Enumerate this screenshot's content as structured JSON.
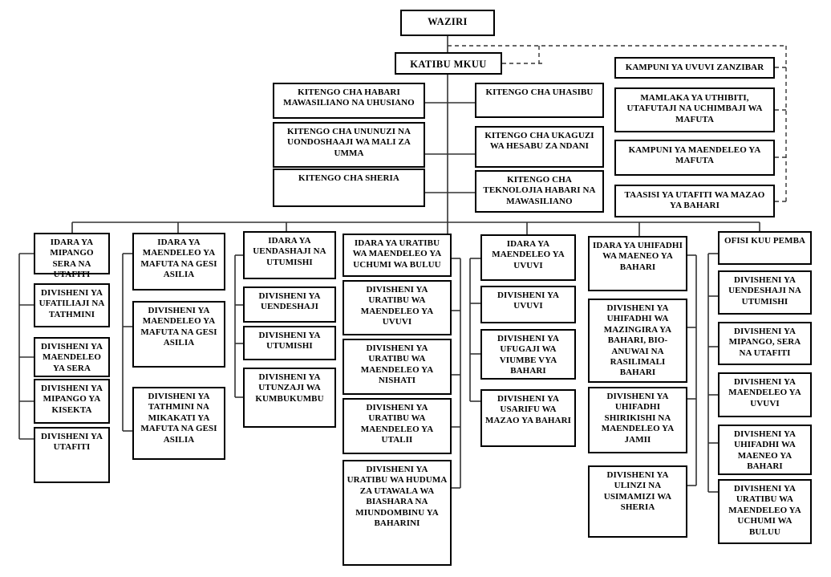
{
  "org": {
    "top": {
      "minister": "WAZIRI",
      "secretary": "KATIBU MKUU"
    },
    "affiliates": [
      "KAMPUNI YA UVUVI ZANZIBAR",
      "MAMLAKA YA UTHIBITI, UTAFUTAJI NA UCHIMBAJI WA MAFUTA",
      "KAMPUNI YA MAENDELEO YA MAFUTA",
      "TAASISI YA UTAFITI WA MAZAO YA BAHARI"
    ],
    "units_left": [
      "KITENGO CHA HABARI MAWASILIANO NA UHUSIANO",
      "KITENGO CHA UNUNUZI NA UONDOSHAAJI WA MALI ZA UMMA",
      "KITENGO CHA SHERIA"
    ],
    "units_right": [
      "KITENGO CHA UHASIBU",
      "KITENGO CHA UKAGUZI WA HESABU ZA NDANI",
      "KITENGO CHA TEKNOLOJIA HABARI NA MAWASILIANO"
    ],
    "departments": [
      {
        "head": "IDARA YA MIPANGO SERA NA UTAFITI",
        "divisions": [
          "DIVISHENI YA UFATILIAJI NA TATHMINI",
          "DIVISHENI YA MAENDELEO YA SERA",
          "DIVISHENI YA MIPANGO YA KISEKTA",
          "DIVISHENI YA UTAFITI"
        ]
      },
      {
        "head": "IDARA YA MAENDELEO YA MAFUTA NA GESI ASILIA",
        "divisions": [
          "DIVISHENI YA MAENDELEO YA MAFUTA NA GESI ASILIA",
          "DIVISHENI YA TATHMINI NA MIKAKATI YA MAFUTA NA GESI ASILIA"
        ]
      },
      {
        "head": "IDARA YA UENDASHAJI NA UTUMISHI",
        "divisions": [
          "DIVISHENI YA UENDESHAJI",
          "DIVISHENI YA UTUMISHI",
          "DIVISHENI YA UTUNZAJI WA KUMBUKUMBU"
        ]
      },
      {
        "head": "IDARA YA URATIBU WA MAENDELEO YA UCHUMI WA BULUU",
        "divisions": [
          "DIVISHENI YA URATIBU WA MAENDELEO YA UVUVI",
          "DIVISHENI YA URATIBU WA MAENDELEO YA NISHATI",
          "DIVISHENI YA URATIBU WA MAENDELEO YA UTALII",
          "DIVISHENI YA URATIBU WA HUDUMA ZA UTAWALA WA BIASHARA NA MIUNDOMBINU YA BAHARINI"
        ]
      },
      {
        "head": "IDARA YA MAENDELEO YA UVUVI",
        "divisions": [
          "DIVISHENI YA UVUVI",
          "DIVISHENI YA UFUGAJI WA VIUMBE VYA BAHARI",
          "DIVISHENI YA USARIFU WA MAZAO YA BAHARI"
        ]
      },
      {
        "head": "IDARA YA UHIFADHI WA MAENEO YA BAHARI",
        "divisions": [
          "DIVISHENI YA UHIFADHI WA MAZINGIRA YA BAHARI, BIO-ANUWAI NA RASILIMALI BAHARI",
          "DIVISHENI YA UHIFADHI SHIRIKISHI NA MAENDELEO YA JAMII",
          "DIVISHENI YA ULINZI NA USIMAMIZI WA SHERIA"
        ]
      },
      {
        "head": "OFISI KUU PEMBA",
        "divisions": [
          "DIVISHENI YA UENDESHAJI NA UTUMISHI",
          "DIVISHENI YA MIPANGO, SERA NA UTAFITI",
          "DIVISHENI YA MAENDELEO YA UVUVI",
          "DIVISHENI YA UHIFADHI WA MAENEO YA BAHARI",
          "DIVISHENI YA URATIBU WA MAENDELEO YA UCHUMI WA BULUU"
        ]
      }
    ],
    "line_colors": {
      "solid": "#333333",
      "dashed": "#333333"
    }
  }
}
